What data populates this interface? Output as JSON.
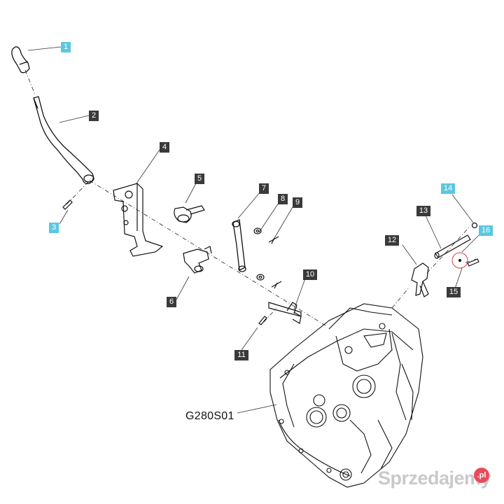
{
  "callouts": [
    {
      "num": "1",
      "highlight": true
    },
    {
      "num": "2",
      "highlight": false
    },
    {
      "num": "3",
      "highlight": true
    },
    {
      "num": "4",
      "highlight": false
    },
    {
      "num": "5",
      "highlight": false
    },
    {
      "num": "6",
      "highlight": false
    },
    {
      "num": "7",
      "highlight": false
    },
    {
      "num": "8",
      "highlight": false
    },
    {
      "num": "9",
      "highlight": false
    },
    {
      "num": "10",
      "highlight": false
    },
    {
      "num": "11",
      "highlight": false
    },
    {
      "num": "12",
      "highlight": false
    },
    {
      "num": "13",
      "highlight": false
    },
    {
      "num": "14",
      "highlight": true
    },
    {
      "num": "15",
      "highlight": false
    },
    {
      "num": "16",
      "highlight": true
    }
  ],
  "reference_label": "G280S01",
  "watermark": {
    "text": "Sprzedajemy",
    "badge": ".pl"
  },
  "colors": {
    "highlight": "#5ac8e0",
    "callout": "#3a3a3a",
    "line": "#111111",
    "watermark_badge": "#e94b5a"
  }
}
